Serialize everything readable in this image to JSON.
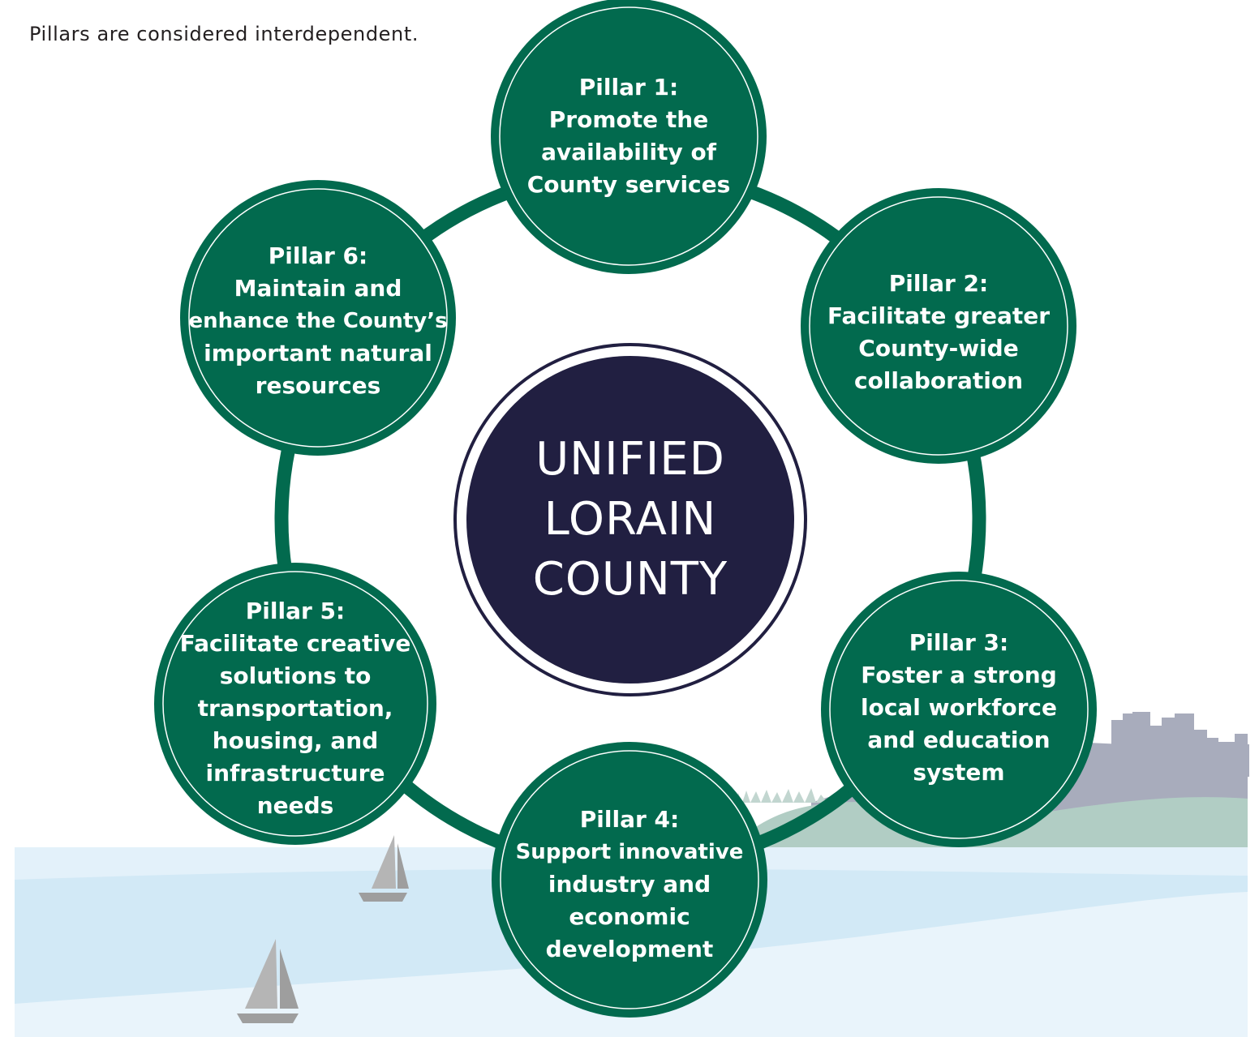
{
  "intro": "Pillars are considered interdependent.",
  "center": {
    "lines": [
      "UNIFIED",
      "LORAIN",
      "COUNTY"
    ]
  },
  "pillars": [
    {
      "lines": [
        "Pillar 1:",
        "Promote the",
        "availability of",
        "County services"
      ]
    },
    {
      "lines": [
        "Pillar 2:",
        "Facilitate greater",
        "County-wide",
        "collaboration"
      ]
    },
    {
      "lines": [
        "Pillar 3:",
        "Foster a strong",
        "local workforce",
        "and education",
        "system"
      ]
    },
    {
      "lines": [
        "Pillar 4:",
        "Support innovative",
        "industry and",
        "economic",
        "development"
      ]
    },
    {
      "lines": [
        "Pillar 5:",
        "Facilitate creative",
        "solutions to",
        "transportation,",
        "housing, and",
        "infrastructure",
        "needs"
      ]
    },
    {
      "lines": [
        "Pillar 6:",
        "Maintain and",
        "enhance the County’s",
        "important natural",
        "resources"
      ]
    }
  ],
  "colors": {
    "pillar_green": "#026a4e",
    "center_navy": "#211f41",
    "water_light": "#e3f1fa",
    "water_mid": "#d2e9f6",
    "hill_green": "#b1cdc4",
    "skyline_gray": "#a8acbc"
  },
  "icons": [
    "sailboat-icon",
    "sailboat-icon",
    "city-skyline-icon",
    "tree-line-icon"
  ]
}
